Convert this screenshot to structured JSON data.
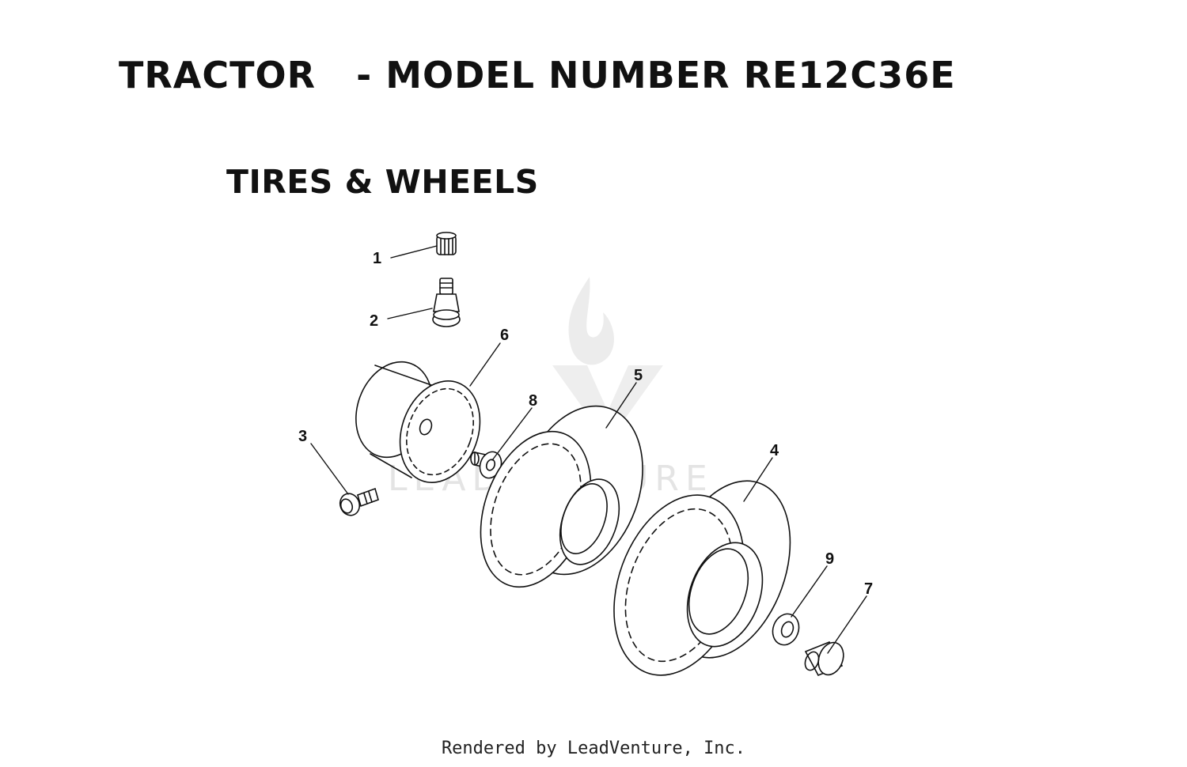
{
  "header": {
    "title": "TRACTOR   - MODEL NUMBER RE12C36E",
    "section": "TIRES & WHEELS"
  },
  "callouts": [
    "1",
    "2",
    "3",
    "4",
    "5",
    "6",
    "7",
    "8",
    "9"
  ],
  "watermark": "LEADVENTURE",
  "footer": "Rendered by LeadVenture, Inc.",
  "colors": {
    "ink": "#111111",
    "watermark": "#e4e4e4"
  }
}
